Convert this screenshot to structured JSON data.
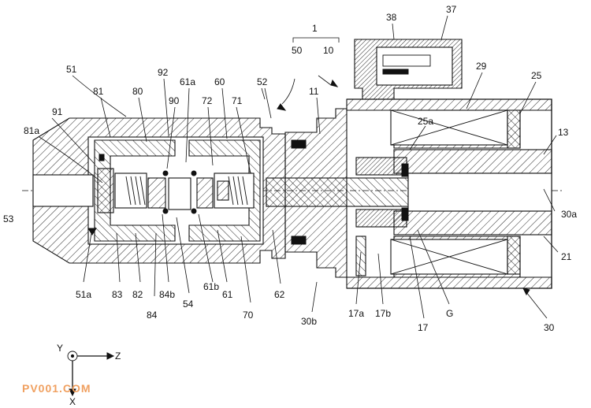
{
  "figure": {
    "labels": [
      {
        "id": "1",
        "text": "1"
      },
      {
        "id": "50",
        "text": "50"
      },
      {
        "id": "10",
        "text": "10"
      },
      {
        "id": "38",
        "text": "38"
      },
      {
        "id": "37",
        "text": "37"
      },
      {
        "id": "51",
        "text": "51"
      },
      {
        "id": "92",
        "text": "92"
      },
      {
        "id": "61a",
        "text": "61a"
      },
      {
        "id": "60",
        "text": "60"
      },
      {
        "id": "52",
        "text": "52"
      },
      {
        "id": "11",
        "text": "11"
      },
      {
        "id": "29",
        "text": "29"
      },
      {
        "id": "25",
        "text": "25"
      },
      {
        "id": "81",
        "text": "81"
      },
      {
        "id": "80",
        "text": "80"
      },
      {
        "id": "90",
        "text": "90"
      },
      {
        "id": "72",
        "text": "72"
      },
      {
        "id": "71",
        "text": "71"
      },
      {
        "id": "25a",
        "text": "25a"
      },
      {
        "id": "13",
        "text": "13"
      },
      {
        "id": "91",
        "text": "91"
      },
      {
        "id": "81a",
        "text": "81a"
      },
      {
        "id": "53",
        "text": "53"
      },
      {
        "id": "30a",
        "text": "30a"
      },
      {
        "id": "21",
        "text": "21"
      },
      {
        "id": "51a",
        "text": "51a"
      },
      {
        "id": "83",
        "text": "83"
      },
      {
        "id": "82",
        "text": "82"
      },
      {
        "id": "84b",
        "text": "84b"
      },
      {
        "id": "61b",
        "text": "61b"
      },
      {
        "id": "61",
        "text": "61"
      },
      {
        "id": "62",
        "text": "62"
      },
      {
        "id": "54",
        "text": "54"
      },
      {
        "id": "84",
        "text": "84"
      },
      {
        "id": "70",
        "text": "70"
      },
      {
        "id": "30b",
        "text": "30b"
      },
      {
        "id": "17a",
        "text": "17a"
      },
      {
        "id": "17b",
        "text": "17b"
      },
      {
        "id": "17",
        "text": "17"
      },
      {
        "id": "G",
        "text": "G"
      },
      {
        "id": "30",
        "text": "30"
      }
    ],
    "axes": {
      "y": "Y",
      "z": "Z",
      "x": "X"
    },
    "watermark": "PV001.COM"
  }
}
